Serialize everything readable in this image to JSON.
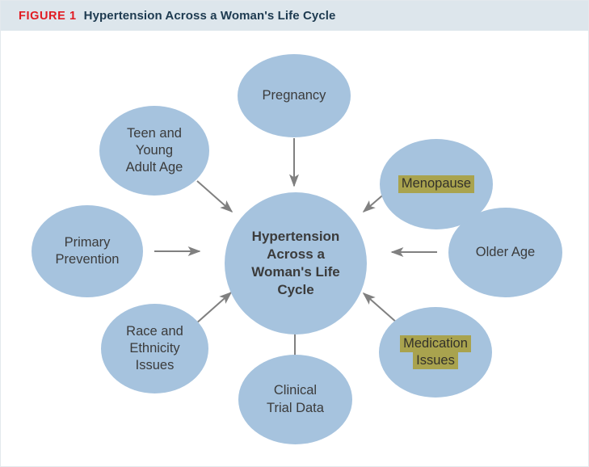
{
  "header": {
    "figure_tag": "FIGURE 1",
    "title": "Hypertension Across a Woman's Life Cycle",
    "tag_color": "#e11b22",
    "title_color": "#1d3a50",
    "band_color": "#dde6ec"
  },
  "diagram": {
    "type": "hub-and-spoke",
    "node_fill": "#a6c3de",
    "arrow_color": "#808080",
    "highlight_color": "#a9a34e",
    "center": {
      "id": "center",
      "lines": [
        "Hypertension",
        "Across a",
        "Woman's Life",
        "Cycle"
      ],
      "text": "Hypertension Across a Woman's Life Cycle",
      "highlighted": false
    },
    "satellites": [
      {
        "id": "pregnancy",
        "lines": [
          "Pregnancy"
        ],
        "text": "Pregnancy",
        "position": "top",
        "highlighted": false
      },
      {
        "id": "teen-young-adult-age",
        "lines": [
          "Teen and",
          "Young",
          "Adult Age"
        ],
        "text": "Teen and Young Adult Age",
        "position": "top-left",
        "highlighted": false
      },
      {
        "id": "primary-prevention",
        "lines": [
          "Primary",
          "Prevention"
        ],
        "text": "Primary Prevention",
        "position": "left",
        "highlighted": false
      },
      {
        "id": "race-and-ethnicity-issues",
        "lines": [
          "Race and",
          "Ethnicity",
          "Issues"
        ],
        "text": "Race and Ethnicity Issues",
        "position": "bottom-left",
        "highlighted": false
      },
      {
        "id": "clinical-trial-data",
        "lines": [
          "Clinical",
          "Trial Data"
        ],
        "text": "Clinical Trial Data",
        "position": "bottom",
        "highlighted": false
      },
      {
        "id": "medication-issues",
        "lines": [
          "Medication",
          "Issues"
        ],
        "text": "Medication Issues",
        "position": "bottom-right",
        "highlighted": true
      },
      {
        "id": "older-age",
        "lines": [
          "Older Age"
        ],
        "text": "Older Age",
        "position": "right",
        "highlighted": false
      },
      {
        "id": "menopause",
        "lines": [
          "Menopause"
        ],
        "text": "Menopause",
        "position": "top-right",
        "highlighted": true
      }
    ],
    "arrows": [
      {
        "from": "pregnancy",
        "to": "center",
        "direction": "down"
      },
      {
        "from": "teen-young-adult-age",
        "to": "center",
        "direction": "down-right"
      },
      {
        "from": "primary-prevention",
        "to": "center",
        "direction": "right"
      },
      {
        "from": "race-and-ethnicity-issues",
        "to": "center",
        "direction": "up-right"
      },
      {
        "from": "clinical-trial-data",
        "to": "center",
        "direction": "up"
      },
      {
        "from": "medication-issues",
        "to": "center",
        "direction": "up-left"
      },
      {
        "from": "older-age",
        "to": "center",
        "direction": "left"
      },
      {
        "from": "menopause",
        "to": "center",
        "direction": "down-left"
      }
    ]
  }
}
